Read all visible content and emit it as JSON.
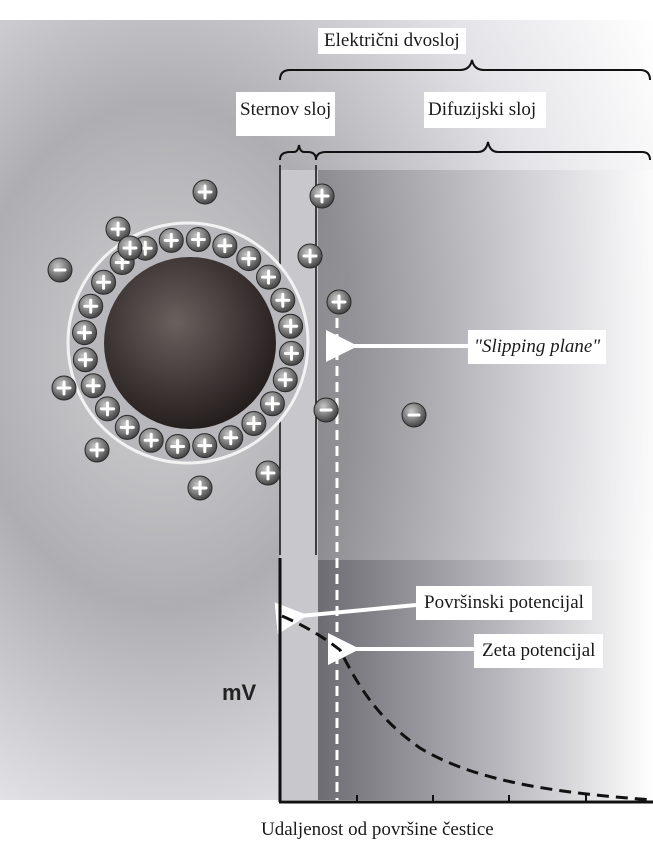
{
  "labels": {
    "electric_double_layer": "Električni dvosloj",
    "stern_layer": "Sternov sloj",
    "diffuse_layer": "Difuzijski sloj",
    "slipping_plane": "\"Slipping plane\"",
    "surface_potential": "Površinski potencijal",
    "zeta_potential": "Zeta potencijal",
    "y_axis": "mV",
    "x_axis": "Udaljenost od površine čestice"
  },
  "ions": {
    "positive_symbol": "+",
    "negative_symbol": "−",
    "bound_positive_count": 24,
    "free_positive_count": 10,
    "negative_count": 3
  },
  "colors": {
    "particle": "#3c3433",
    "ion": "#6e6e6e",
    "stern_band": "#c8c8cc",
    "slipping_plane": "#ffffff",
    "curve": "#111111"
  }
}
